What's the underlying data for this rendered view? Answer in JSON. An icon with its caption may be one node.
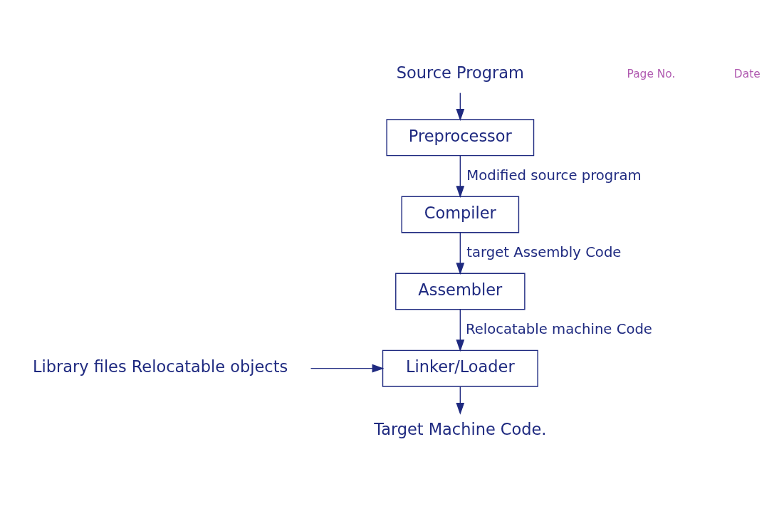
{
  "diagram": {
    "nodes": [
      {
        "text": [
          "Source Program"
        ]
      },
      {
        "text": [
          "Preprocessor"
        ]
      },
      {
        "text": [
          "Compiler"
        ]
      },
      {
        "text": [
          "Assembler"
        ]
      },
      {
        "text": [
          "Linker/Loader"
        ]
      },
      {
        "text": [
          "Library files Relocatable objects"
        ]
      },
      {
        "text": [
          "Target Machine Code."
        ]
      }
    ],
    "edges": [
      {
        "from": 0,
        "to": 1,
        "arrow": "to"
      },
      {
        "from": 1,
        "to": 2,
        "arrow": "to",
        "label": "Modified source program"
      },
      {
        "from": 2,
        "to": 3,
        "arrow": "to",
        "label": "target Assembly Code"
      },
      {
        "from": 3,
        "to": 4,
        "arrow": "to",
        "label": "Relocatable machine Code"
      },
      {
        "from": 5,
        "to": 4,
        "arrow": "to"
      },
      {
        "from": 4,
        "to": 6,
        "arrow": "to"
      }
    ],
    "labels": [
      "Page No.",
      "Date"
    ]
  }
}
